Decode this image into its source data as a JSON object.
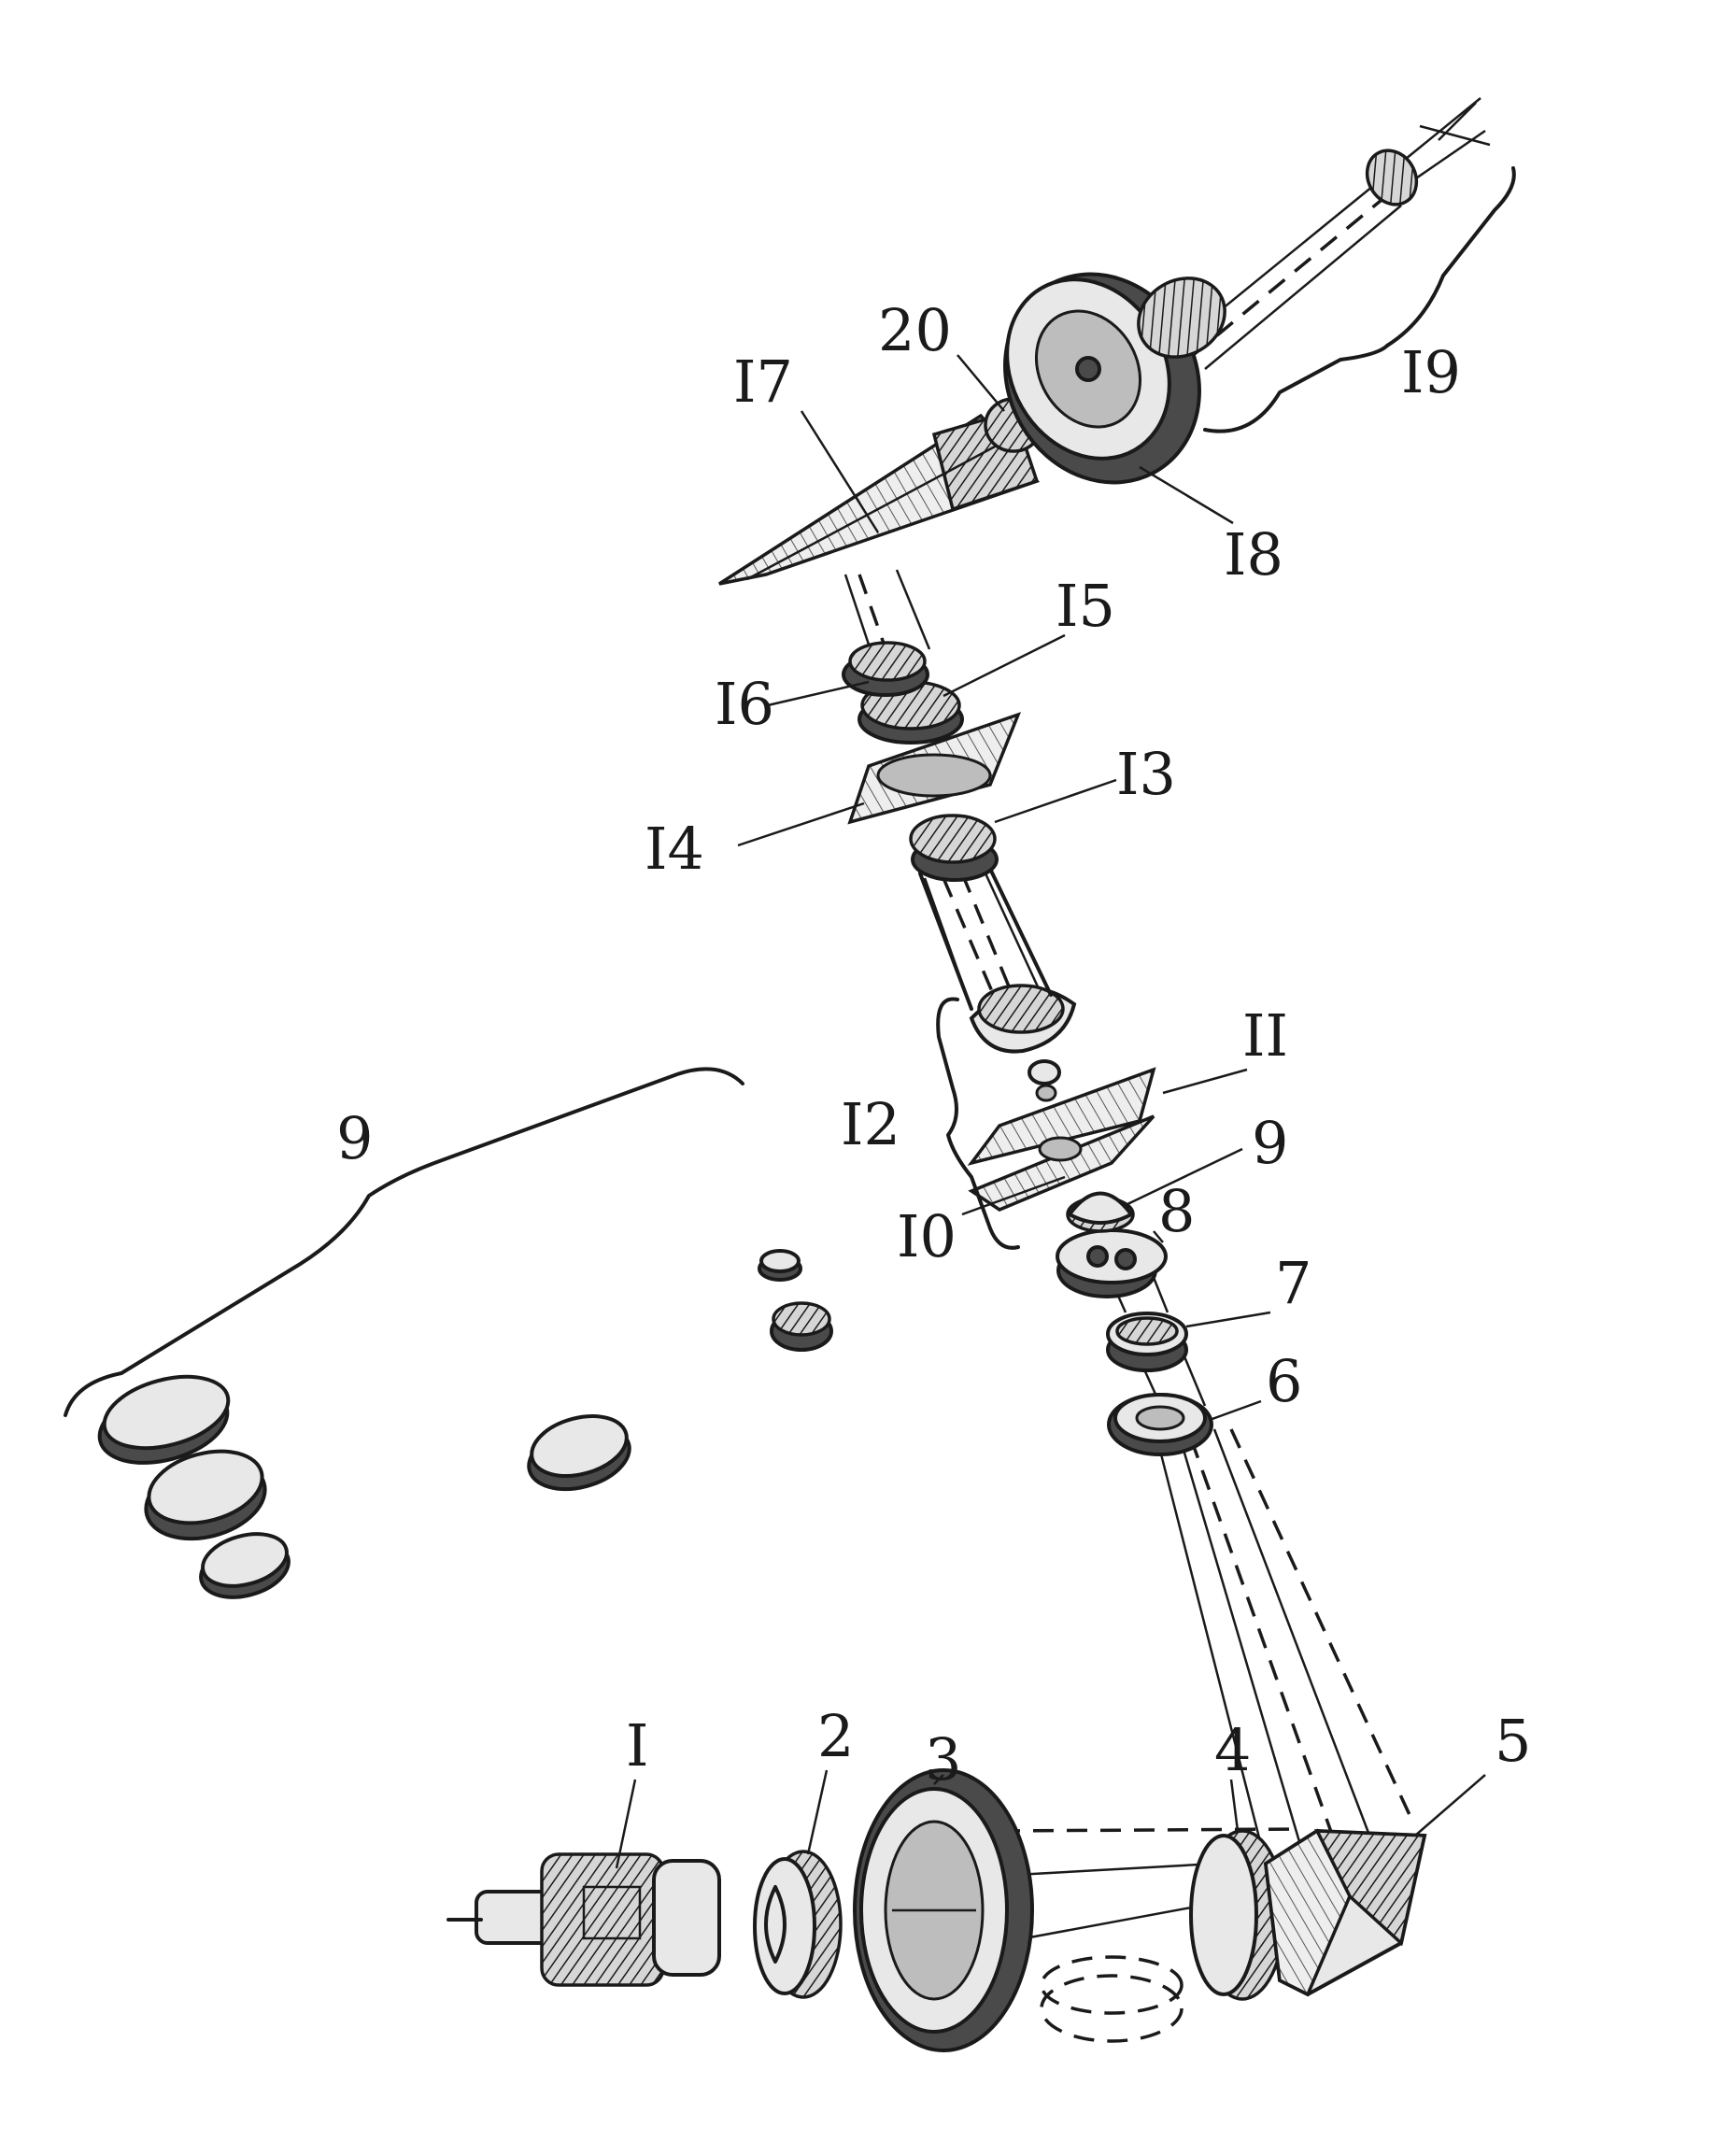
{
  "diagram": {
    "labels": {
      "l1": "I",
      "l2": "2",
      "l3": "3",
      "l4": "4",
      "l5": "5",
      "l6": "6",
      "l7": "7",
      "l8": "8",
      "l9": "9",
      "l9b": "9",
      "l10": "I0",
      "l11": "II",
      "l12": "I2",
      "l13": "I3",
      "l14": "I4",
      "l15": "I5",
      "l16": "I6",
      "l17": "I7",
      "l18": "I8",
      "l19": "I9",
      "l20": "20"
    }
  }
}
